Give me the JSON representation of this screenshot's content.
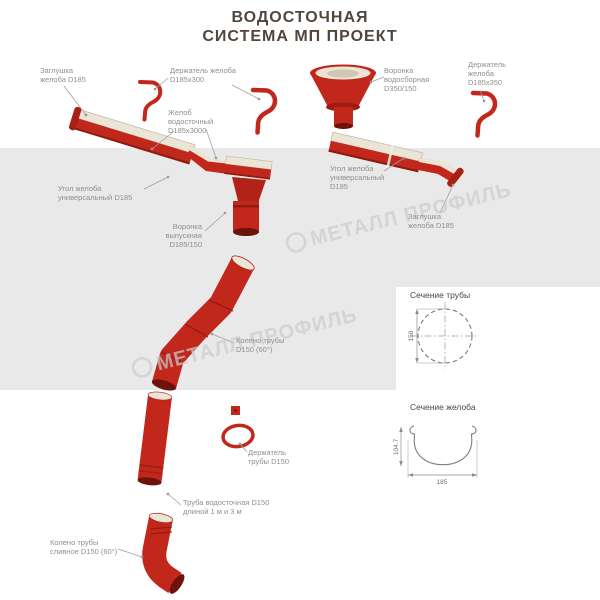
{
  "title": {
    "line1": "ВОДОСТОЧНАЯ",
    "line2": "СИСТЕМА МП ПРОЕКТ"
  },
  "watermark": {
    "text": "МЕТАЛЛ ПРОФИЛЬ"
  },
  "labels": {
    "end_cap_left": "Заглушка желоба D185",
    "gutter_holder_300": "Держатель желоба D185х300",
    "collector_funnel": "Воронка водосборная D350/150",
    "gutter_holder_350": "Держатель желоба D185х350",
    "gutter": "Желоб водосточный D185х3000",
    "gutter_corner_left": "Угол желоба универсальный D185",
    "gutter_corner_right": "Угол желоба универсальный D185",
    "end_cap_right": "Заглушка желоба D185",
    "outlet_funnel": "Воронка выпускная D185/150",
    "pipe_elbow": "Колено трубы D150 (60°)",
    "pipe_holder": "Держатель трубы D150",
    "pipe": "Труба водосточная D150 длиной 1 м и 3 м",
    "drain_elbow": "Колено трубы сливное D150 (60°)"
  },
  "sections": {
    "pipe_heading": "Сечение трубы",
    "gutter_heading": "Сечение желоба",
    "pipe_diameter": "150",
    "gutter_width": "185",
    "gutter_height": "104.7"
  },
  "colors": {
    "component_red": "#c1271b",
    "component_dark_red": "#8f1a11",
    "gutter_inner_cream": "#ece4d5",
    "band_gray": "#e9e9e9",
    "label_gray": "#8f8f8f",
    "title_color": "#51463e",
    "watermark_gray": "#cccccc"
  }
}
